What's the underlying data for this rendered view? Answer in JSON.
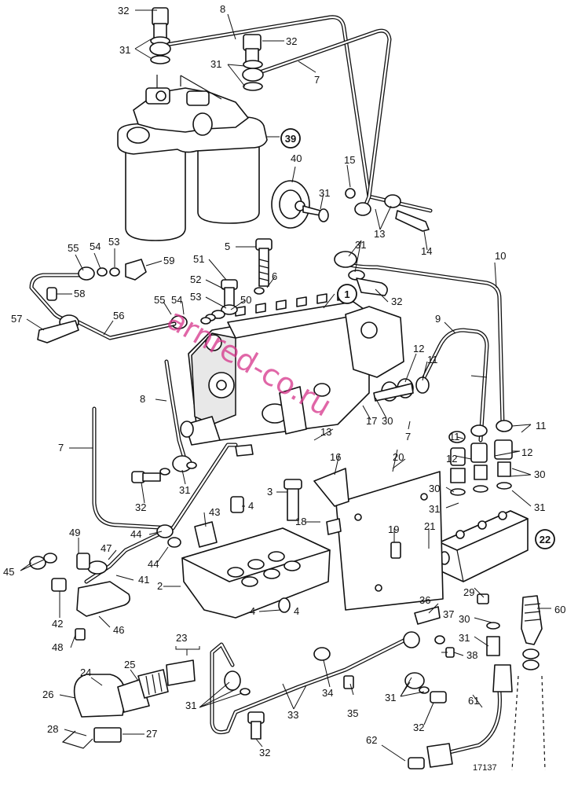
{
  "callouts": {
    "c1": "1",
    "c2": "2",
    "c3": "3",
    "c4a": "4",
    "c4b": "4",
    "c4c": "4",
    "c5": "5",
    "c6": "6",
    "c7a": "7",
    "c7b": "7",
    "c7c": "7",
    "c8a": "8",
    "c8b": "8",
    "c9": "9",
    "c10": "10",
    "c11a": "11",
    "c11b": "11",
    "c11c": "11",
    "c12a": "12",
    "c12b": "12",
    "c12c": "12",
    "c13a": "13",
    "c13b": "13",
    "c14": "14",
    "c15": "15",
    "c16": "16",
    "c17": "17",
    "c18": "18",
    "c19": "19",
    "c20": "20",
    "c21": "21",
    "c22": "22",
    "c23": "23",
    "c24": "24",
    "c25": "25",
    "c26": "26",
    "c27": "27",
    "c28": "28",
    "c29": "29",
    "c30a": "30",
    "c30b": "30",
    "c30c": "30",
    "c30d": "30",
    "c31a": "31",
    "c31b": "31",
    "c31c": "31",
    "c31d": "31",
    "c31e": "31",
    "c31f": "31",
    "c31g": "31",
    "c31h": "31",
    "c31i": "31",
    "c31j": "31",
    "c32a": "32",
    "c32b": "32",
    "c32c": "32",
    "c32d": "32",
    "c32e": "32",
    "c32f": "32",
    "c33": "33",
    "c34": "34",
    "c35": "35",
    "c36": "36",
    "c37": "37",
    "c38": "38",
    "c39": "39",
    "c40": "40",
    "c41": "41",
    "c42": "42",
    "c43": "43",
    "c44a": "44",
    "c44b": "44",
    "c45": "45",
    "c46": "46",
    "c47": "47",
    "c48": "48",
    "c49": "49",
    "c50": "50",
    "c51": "51",
    "c52": "52",
    "c53a": "53",
    "c53b": "53",
    "c54a": "54",
    "c54b": "54",
    "c55a": "55",
    "c55b": "55",
    "c56": "56",
    "c57": "57",
    "c58": "58",
    "c59": "59",
    "c60": "60",
    "c61": "61",
    "c62": "62"
  },
  "figure_number": "17137",
  "watermark": "arnred-co.ru",
  "colors": {
    "line": "#111111",
    "watermark": "#d6338a",
    "background": "#ffffff"
  }
}
